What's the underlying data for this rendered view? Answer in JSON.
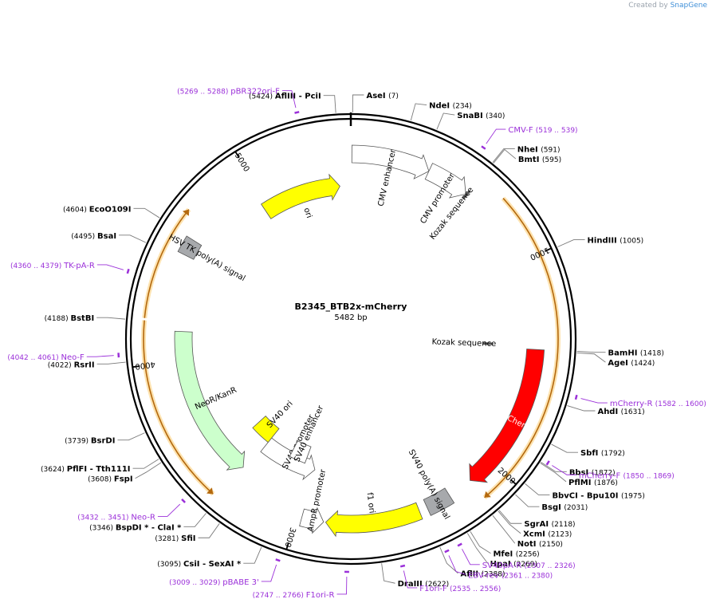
{
  "watermark": {
    "prefix": "Created by",
    "brand": "SnapGene"
  },
  "plasmid": {
    "name": "B2345_BTB2x-mCherry",
    "length_label": "5482 bp",
    "length_bp": 5482
  },
  "colors": {
    "ring": "#000000",
    "enzyme_line": "#7a7a7a",
    "enzyme_label": "#000000",
    "primer": "#9b30d9",
    "origin": "#ffff00",
    "promoter": "#ffffff",
    "cds_red": "#ff0000",
    "cds_green": "#ccffcc",
    "polyA": "#a7a9ac",
    "orange_band": "#f5a623",
    "tick_label": "#000000"
  },
  "tick_labels": [
    {
      "bp": 1000,
      "text": "1000"
    },
    {
      "bp": 2000,
      "text": "2000"
    },
    {
      "bp": 3000,
      "text": "3000"
    },
    {
      "bp": 4000,
      "text": "4000"
    },
    {
      "bp": 5000,
      "text": "5000"
    }
  ],
  "enzymes": [
    {
      "bp": 5424,
      "name": "AflIII",
      "extra": "- PciI",
      "pos": "(5424)"
    },
    {
      "bp": 7,
      "name": "AseI",
      "pos": "(7)"
    },
    {
      "bp": 234,
      "name": "NdeI",
      "pos": "(234)"
    },
    {
      "bp": 340,
      "name": "SnaBI",
      "pos": "(340)"
    },
    {
      "bp": 591,
      "name": "NheI",
      "pos": "(591)"
    },
    {
      "bp": 595,
      "name": "BmtI",
      "pos": "(595)"
    },
    {
      "bp": 1005,
      "name": "HindIII",
      "pos": "(1005)"
    },
    {
      "bp": 1418,
      "name": "BamHI",
      "pos": "(1418)"
    },
    {
      "bp": 1424,
      "name": "AgeI",
      "pos": "(1424)"
    },
    {
      "bp": 1631,
      "name": "AhdI",
      "pos": "(1631)"
    },
    {
      "bp": 1792,
      "name": "SbfI",
      "pos": "(1792)"
    },
    {
      "bp": 1872,
      "name": "BbsI",
      "pos": "(1872)"
    },
    {
      "bp": 1876,
      "name": "PflMI",
      "pos": "(1876)"
    },
    {
      "bp": 1975,
      "name": "BbvCI",
      "extra": "- Bpu10I",
      "pos": "(1975)"
    },
    {
      "bp": 2031,
      "name": "BsgI",
      "pos": "(2031)"
    },
    {
      "bp": 2118,
      "name": "SgrAI",
      "pos": "(2118)"
    },
    {
      "bp": 2123,
      "name": "XcmI",
      "pos": "(2123)"
    },
    {
      "bp": 2150,
      "name": "NotI",
      "pos": "(2150)"
    },
    {
      "bp": 2256,
      "name": "MfeI",
      "pos": "(2256)"
    },
    {
      "bp": 2269,
      "name": "HpaI",
      "pos": "(2269)"
    },
    {
      "bp": 2388,
      "name": "AflII",
      "pos": "(2388)"
    },
    {
      "bp": 2622,
      "name": "DraIII",
      "pos": "(2622)"
    },
    {
      "bp": 3095,
      "name": "CsiI",
      "extra": "- SexAI *",
      "pos": "(3095)"
    },
    {
      "bp": 3281,
      "name": "SfiI",
      "pos": "(3281)"
    },
    {
      "bp": 3346,
      "name": "BspDI *",
      "extra": "- ClaI *",
      "pos": "(3346)"
    },
    {
      "bp": 3608,
      "name": "FspI",
      "pos": "(3608)"
    },
    {
      "bp": 3624,
      "name": "PflFI",
      "extra": "- Tth111I",
      "pos": "(3624)"
    },
    {
      "bp": 3739,
      "name": "BsrDI",
      "pos": "(3739)"
    },
    {
      "bp": 4022,
      "name": "RsrII",
      "pos": "(4022)"
    },
    {
      "bp": 4188,
      "name": "BstBI",
      "pos": "(4188)"
    },
    {
      "bp": 4495,
      "name": "BsaI",
      "pos": "(4495)"
    },
    {
      "bp": 4604,
      "name": "EcoO109I",
      "pos": "(4604)"
    }
  ],
  "primers": [
    {
      "bp": 5278,
      "name": "pBR322ori-F",
      "range": "(5269 .. 5288)"
    },
    {
      "bp": 529,
      "name": "CMV-F",
      "range": "(519 .. 539)"
    },
    {
      "bp": 1591,
      "name": "mCherry-R",
      "range": "(1582 .. 1600)"
    },
    {
      "bp": 1860,
      "name": "mCherry-F",
      "range": "(1850 .. 1869)"
    },
    {
      "bp": 2316,
      "name": "SV40pA-R",
      "range": "(2307 .. 2326)"
    },
    {
      "bp": 2370,
      "name": "EBV-rev",
      "range": "(2361 .. 2380)"
    },
    {
      "bp": 2545,
      "name": "F1ori-F",
      "range": "(2535 .. 2556)"
    },
    {
      "bp": 2756,
      "name": "F1ori-R",
      "range": "(2747 .. 2766)"
    },
    {
      "bp": 3019,
      "name": "pBABE 3'",
      "range": "(3009 .. 3029)"
    },
    {
      "bp": 3441,
      "name": "Neo-R",
      "range": "(3432 .. 3451)"
    },
    {
      "bp": 4051,
      "name": "Neo-F",
      "range": "(4042 .. 4061)"
    },
    {
      "bp": 4369,
      "name": "TK-pA-R",
      "range": "(4360 .. 4379)"
    }
  ],
  "features": [
    {
      "name": "ori",
      "start": 4970,
      "end": 5420,
      "type": "origin",
      "dir": 1,
      "label": "ori"
    },
    {
      "name": "CMV enhancer",
      "start": 5,
      "end": 380,
      "type": "promoter",
      "dir": 1,
      "label": "CMV enhancer"
    },
    {
      "name": "CMV promoter",
      "start": 380,
      "end": 585,
      "type": "promoter",
      "dir": 1,
      "label": "CMV promoter"
    },
    {
      "name": "mCherry",
      "start": 1420,
      "end": 2130,
      "type": "cds_red",
      "dir": 1,
      "label": "mCherry"
    },
    {
      "name": "SV40 poly(A) signal",
      "start": 2250,
      "end": 2370,
      "type": "polyA",
      "dir": 0,
      "label": "SV40 poly(A) signal"
    },
    {
      "name": "f1 ori",
      "start": 2410,
      "end": 2860,
      "type": "origin",
      "dir": 1,
      "label": "f1 ori"
    },
    {
      "name": "AmpR promoter",
      "start": 2870,
      "end": 2975,
      "type": "promoter",
      "dir": -1,
      "label": "AmpR promoter"
    },
    {
      "name": "SV40 promoter",
      "start": 2975,
      "end": 3330,
      "type": "promoter",
      "dir": -1,
      "label": "SV40 promoter"
    },
    {
      "name": "SV40 enhancer",
      "start": 3050,
      "end": 3160,
      "type": "promoter",
      "dir": 0,
      "label": "SV40 enhancer"
    },
    {
      "name": "SV40 ori",
      "start": 3330,
      "end": 3470,
      "type": "origin",
      "dir": 0,
      "label": "SV40 ori"
    },
    {
      "name": "NeoR/KanR",
      "start": 3350,
      "end": 4150,
      "type": "cds_green",
      "dir": -1,
      "label": "NeoR/KanR"
    },
    {
      "name": "HSV TK poly(A) signal",
      "start": 4520,
      "end": 4600,
      "type": "polyA",
      "dir": 0,
      "label": "HSV TK poly(A) signal"
    }
  ],
  "small_features": [
    {
      "name": "Kozak sequence",
      "bp": 590,
      "label": "Kozak sequence"
    },
    {
      "name": "Kozak sequence",
      "bp": 1400,
      "label": "Kozak sequence"
    }
  ],
  "outer_bands": [
    {
      "start": 720,
      "end": 2130,
      "dir": 1
    },
    {
      "start": 3375,
      "end": 4190,
      "dir": -1
    },
    {
      "start": 4200,
      "end": 4700,
      "dir": 1
    }
  ]
}
